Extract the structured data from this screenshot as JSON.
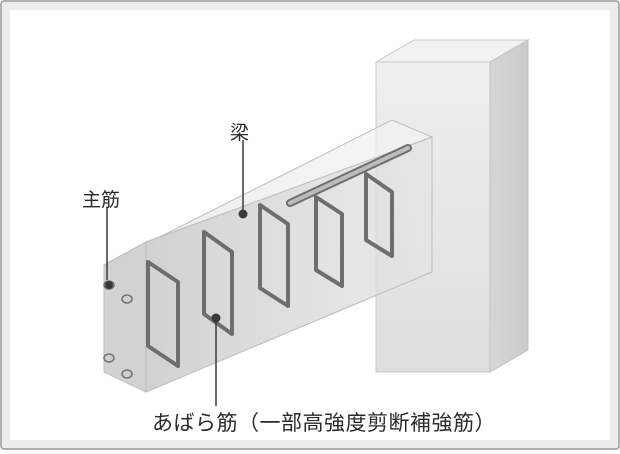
{
  "labels": {
    "beam": "梁",
    "main_rebar": "主筋",
    "abara_rebar": "あばら筋（一部高強度剪断補強筋）"
  },
  "colors": {
    "background": "#ffffff",
    "frame_fill": "#ececec",
    "frame_border": "#9a9a9a",
    "column_front": "#e0e0e0",
    "column_side": "#d0d0d0",
    "column_top": "#f0f0f0",
    "beam_fill": "#dcdcdc",
    "rebar": "#6e6e6e",
    "leader_line": "#3a3a3a",
    "text": "#2a2a2a"
  }
}
